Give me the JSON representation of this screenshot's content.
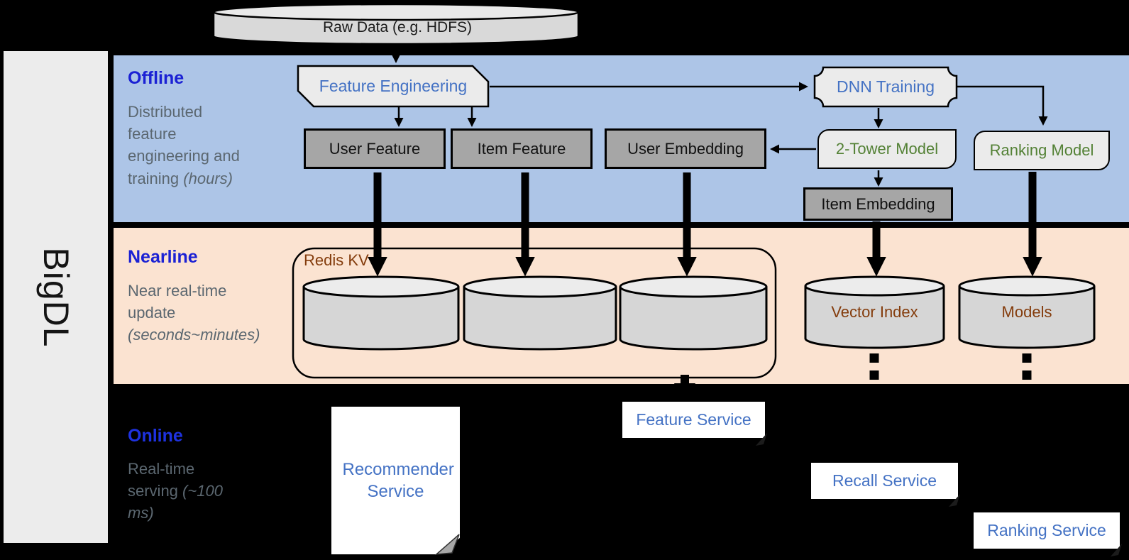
{
  "sidebar": {
    "label": "BigDL"
  },
  "raw_data": {
    "label": "Raw Data (e.g. HDFS)"
  },
  "offline": {
    "title": "Offline",
    "description": "Distributed feature engineering and training ",
    "description_italic": "(hours)",
    "feature_engineering": "Feature Engineering",
    "dnn_training": "DNN Training",
    "user_feature": "User Feature",
    "item_feature": "Item Feature",
    "user_embedding": "User Embedding",
    "two_tower_model": "2-Tower Model",
    "ranking_model": "Ranking Model",
    "item_embedding": "Item Embedding"
  },
  "nearline": {
    "title": "Nearline",
    "description": "Near real-time update ",
    "description_italic": "(seconds~minutes)",
    "redis_kv": "Redis KV",
    "vector_index": "Vector Index",
    "models": "Models"
  },
  "online": {
    "title": "Online",
    "description": "Real-time serving ",
    "description_italic": "(~100 ms)",
    "recommender_service": "Recommender Service",
    "feature_service": "Feature Service",
    "recall_service": "Recall Service",
    "ranking_service": "Ranking Service"
  },
  "colors": {
    "offline_bg": "#adc5e7",
    "nearline_bg": "#fbe3d1",
    "online_bg": "#000000",
    "section_title_blue": "#1b21d4",
    "online_title_blue": "#1e32e0",
    "body_text_gray": "#5b6770",
    "node_text_blue": "#4472c4",
    "node_text_green": "#538135",
    "node_text_brown": "#843c0c",
    "dark_box_gray": "#a6a6a6",
    "light_box_gray": "#ebebeb",
    "cylinder_gray": "#d6d6d6"
  }
}
